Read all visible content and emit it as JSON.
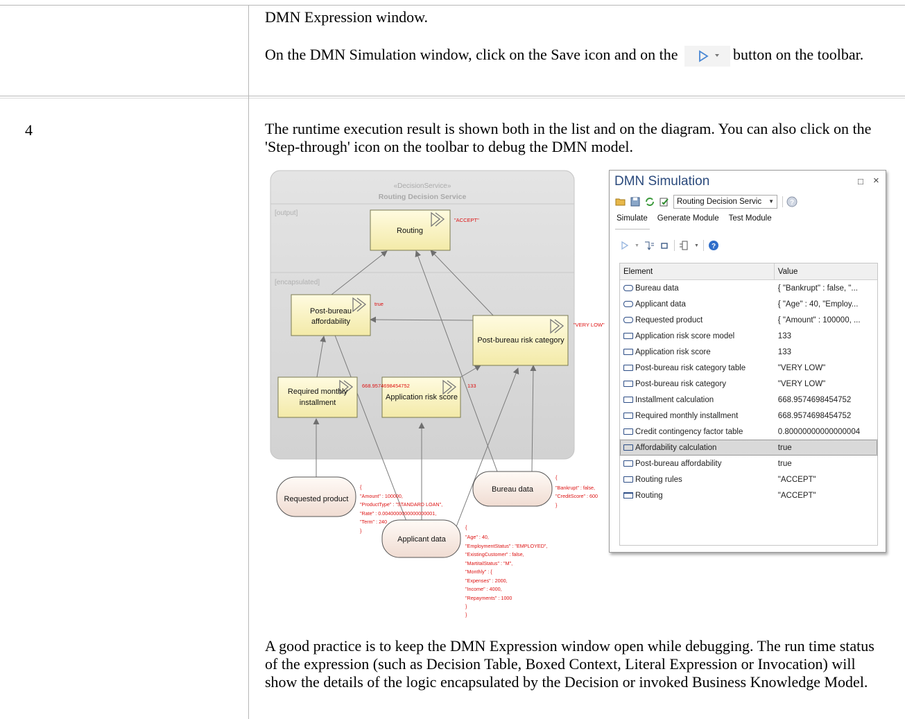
{
  "top_cell": {
    "line1": "DMN Expression window.",
    "para_before": "On the DMN Simulation window, click on the Save icon and on the",
    "para_after": "button on the toolbar."
  },
  "step": {
    "number": "4",
    "intro": "The runtime execution result is shown both in the list and on the diagram. You can also click on the 'Step-through' icon on the toolbar to debug the DMN model.",
    "outro": "A good practice  is to keep the DMN Expression window open while debugging. The run time status of the expression (such as Decision Table, Boxed Context, Literal Expression or Invocation) will show the details of the logic encapsulated by the Decision or invoked Business Knowledge Model."
  },
  "diagram": {
    "stereotype": "«DecisionService»",
    "service_name": "Routing Decision Service",
    "output_label": "[output]",
    "encapsulated_label": "[encapsulated]",
    "routing": "Routing",
    "routing_value": "\"ACCEPT\"",
    "post_bureau_afford_1": "Post-bureau",
    "post_bureau_afford_2": "affordability",
    "post_bureau_afford_value": "true",
    "post_bureau_risk": "Post-bureau risk category",
    "post_bureau_risk_value": "\"VERY LOW\"",
    "required_1": "Required monthly",
    "required_2": "installment",
    "required_value": "668.9574698454752",
    "app_risk": "Application risk score",
    "app_risk_value": "133",
    "requested_product": "Requested product",
    "bureau_data": "Bureau data",
    "applicant_data": "Applicant data",
    "product_json": [
      "{",
      "\"Amount\" : 100000,",
      "\"ProductType\" : \"STANDARD LOAN\",",
      "\"Rate\" : 0.0040000000000000001,",
      "\"Term\" : 240",
      "}"
    ],
    "bureau_json": [
      "{",
      "\"Bankrupt\" : false,",
      "\"CreditScore\" : 600",
      "}"
    ],
    "applicant_json": [
      "{",
      "\"Age\" : 40,",
      "\"EmploymentStatus\" : \"EMPLOYED\",",
      "\"ExistingCustomer\" : false,",
      "\"MartitalStatus\" : \"M\",",
      "\"Monthly\" : {",
      "\"Expenses\" : 2000,",
      "\"Income\" : 4000,",
      "\"Repayments\" : 1000",
      "}",
      "}"
    ]
  },
  "simulation": {
    "title": "DMN Simulation",
    "maximize_glyph": "□",
    "close_glyph": "×",
    "combo_value": "Routing Decision Servic",
    "tabs": [
      "Simulate",
      "Generate Module",
      "Test Module"
    ],
    "col_element": "Element",
    "col_value": "Value",
    "rows": [
      {
        "icon": "d",
        "element": "Bureau data",
        "value": "{   \"Bankrupt\" : false,   \"..."
      },
      {
        "icon": "d",
        "element": "Applicant data",
        "value": "{   \"Age\" : 40,   \"Employ..."
      },
      {
        "icon": "d",
        "element": "Requested product",
        "value": "{   \"Amount\" : 100000,   ..."
      },
      {
        "icon": "r",
        "element": "Application risk score model",
        "value": "133"
      },
      {
        "icon": "r",
        "element": "Application risk score",
        "value": "133"
      },
      {
        "icon": "r",
        "element": "Post-bureau risk category table",
        "value": "\"VERY LOW\""
      },
      {
        "icon": "r",
        "element": "Post-bureau risk category",
        "value": "\"VERY LOW\""
      },
      {
        "icon": "r",
        "element": "Installment calculation",
        "value": "668.9574698454752"
      },
      {
        "icon": "r",
        "element": "Required monthly installment",
        "value": "668.9574698454752"
      },
      {
        "icon": "r",
        "element": "Credit contingency factor table",
        "value": "0.80000000000000004"
      },
      {
        "icon": "r",
        "element": "Affordability calculation",
        "value": "true"
      },
      {
        "icon": "r",
        "element": "Post-bureau affordability",
        "value": "true"
      },
      {
        "icon": "r",
        "element": "Routing rules",
        "value": "\"ACCEPT\""
      },
      {
        "icon": "t",
        "element": "Routing",
        "value": "\"ACCEPT\""
      }
    ],
    "selected_row": 10
  }
}
